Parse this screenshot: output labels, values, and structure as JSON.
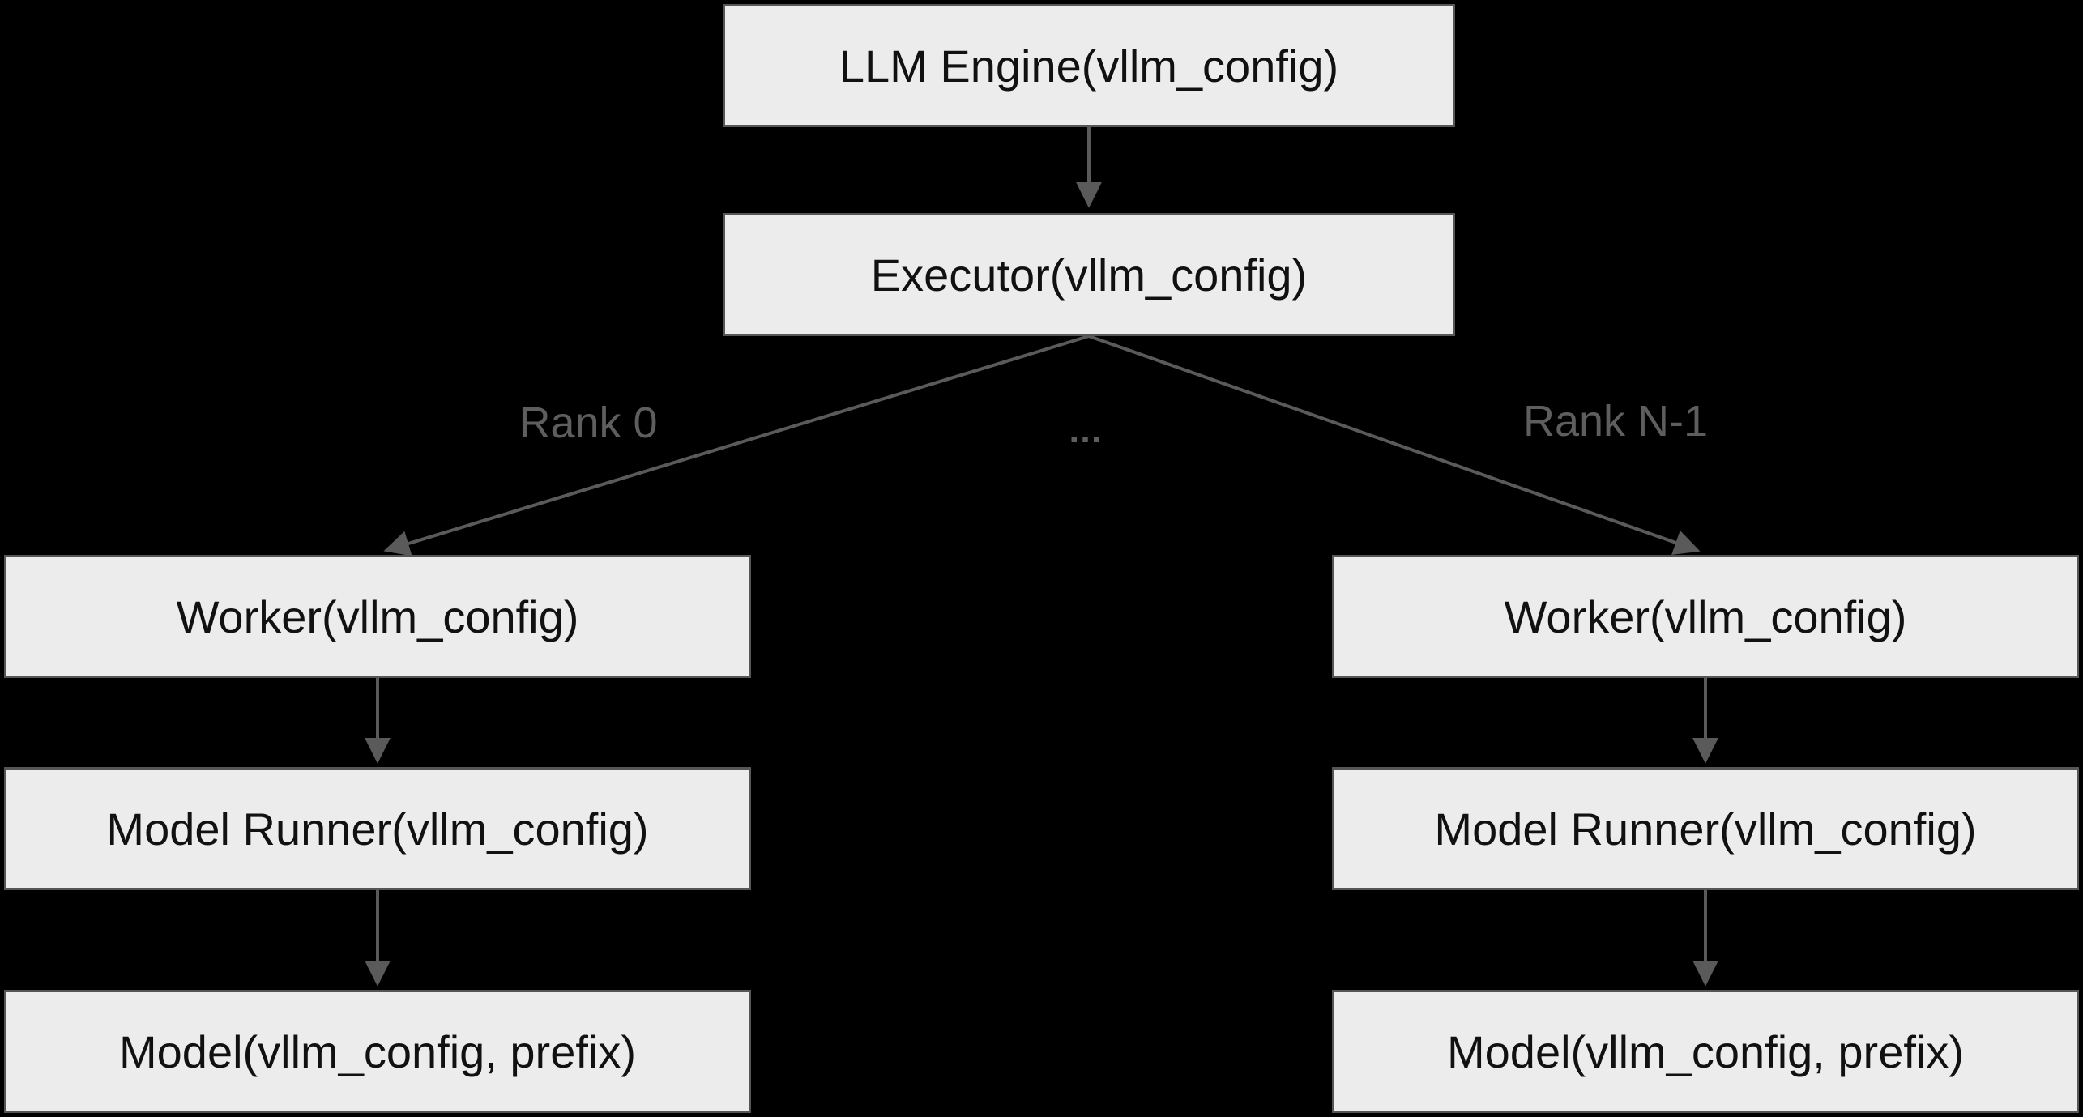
{
  "diagram": {
    "nodes": {
      "llm_engine": "LLM Engine(vllm_config)",
      "executor": "Executor(vllm_config)",
      "worker_0": "Worker(vllm_config)",
      "model_runner_0": "Model Runner(vllm_config)",
      "model_0": "Model(vllm_config, prefix)",
      "worker_n": "Worker(vllm_config)",
      "model_runner_n": "Model Runner(vllm_config)",
      "model_n": "Model(vllm_config, prefix)"
    },
    "edge_labels": {
      "rank_0": "Rank 0",
      "ellipsis": "...",
      "rank_n_1": "Rank N-1"
    },
    "colors": {
      "background": "#000000",
      "node_fill": "#ececec",
      "node_border": "#565656",
      "node_text": "#111111",
      "edge": "#5a5a5a",
      "edge_label_text": "#5e5e5e"
    }
  }
}
